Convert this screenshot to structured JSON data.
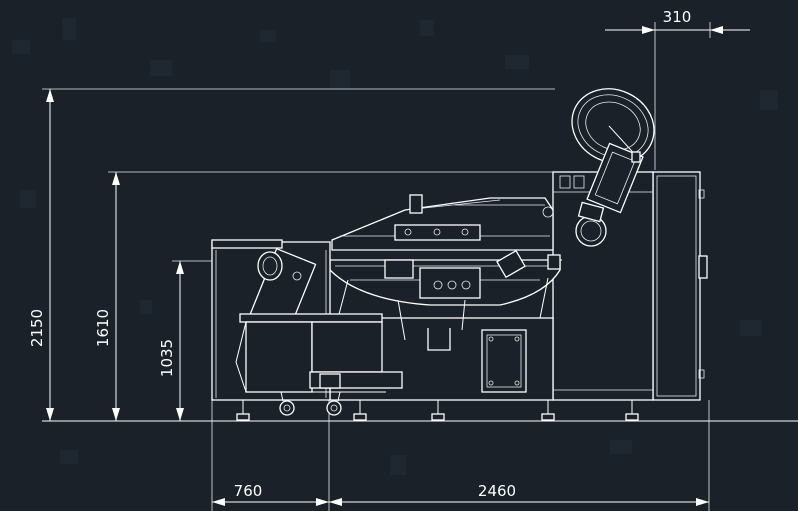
{
  "dimensions": {
    "overall_height": "2150",
    "lid_height": "1610",
    "loading_height": "1035",
    "loader_width": "760",
    "machine_length": "2460",
    "lid_overhang": "310"
  },
  "colors": {
    "background": "#1a2129",
    "lines": "#ffffff"
  }
}
